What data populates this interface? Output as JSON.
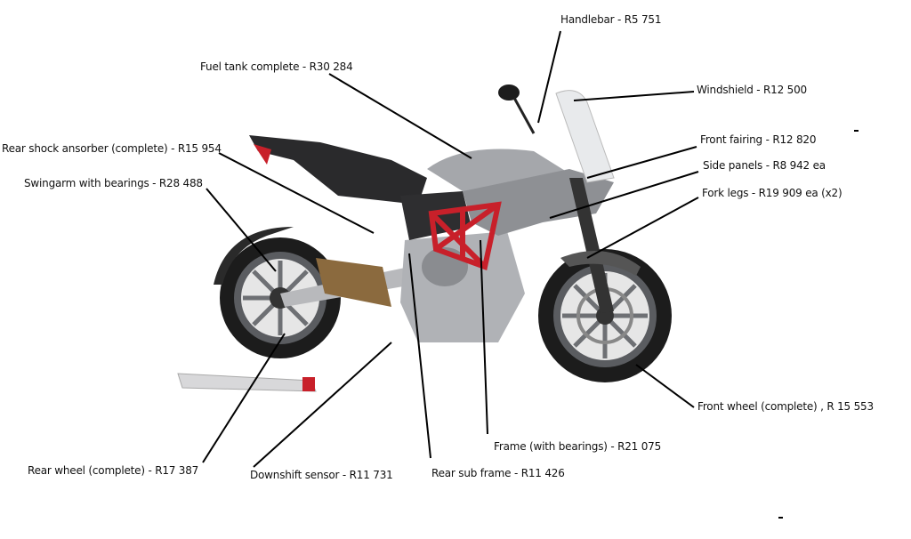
{
  "labels": {
    "handlebar": "Handlebar - R5 751",
    "fuel_tank": "Fuel tank complete - R30 284",
    "windshield": "Windshield - R12 500",
    "rear_shock": "Rear shock ansorber (complete) - R15 954",
    "front_fairing": "Front fairing - R12 820",
    "side_panels": "Side panels - R8 942 ea",
    "swingarm": "Swingarm with bearings - R28 488",
    "fork_legs": "Fork legs - R19 909 ea (x2)",
    "front_wheel": "Front wheel (complete) , R 15 553",
    "frame": "Frame (with bearings) - R21 075",
    "rear_wheel": "Rear wheel (complete) - R17 387",
    "downshift_sensor": "Downshift sensor - R11 731",
    "rear_sub_frame": "Rear sub frame - R11 426"
  },
  "colors": {
    "frame": "#c8202a",
    "body": "#9a9ca0",
    "tire": "#1c1c1c",
    "leader": "#000000"
  }
}
